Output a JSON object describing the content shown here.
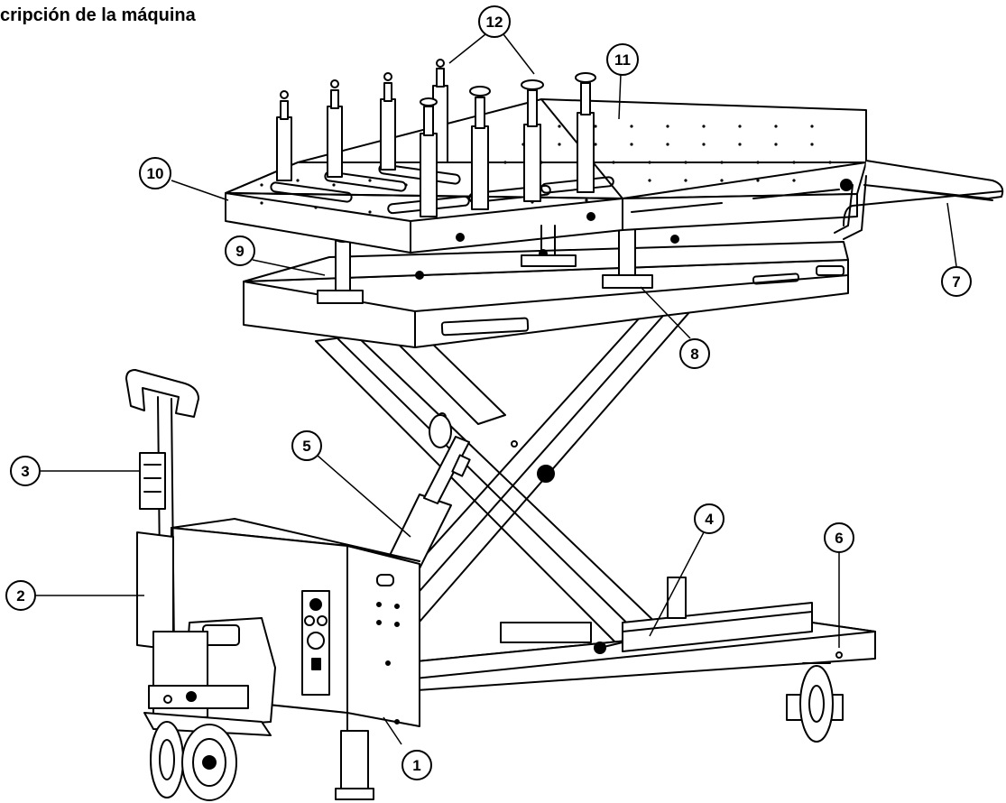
{
  "title": "cripción de la máquina",
  "colors": {
    "line": "#000000",
    "background": "#ffffff"
  },
  "callouts": [
    {
      "id": "1",
      "label": "1"
    },
    {
      "id": "2",
      "label": "2"
    },
    {
      "id": "3",
      "label": "3"
    },
    {
      "id": "4",
      "label": "4"
    },
    {
      "id": "5",
      "label": "5"
    },
    {
      "id": "6",
      "label": "6"
    },
    {
      "id": "7",
      "label": "7"
    },
    {
      "id": "8",
      "label": "8"
    },
    {
      "id": "9",
      "label": "9"
    },
    {
      "id": "10",
      "label": "10"
    },
    {
      "id": "11",
      "label": "11"
    },
    {
      "id": "12",
      "label": "12"
    }
  ]
}
